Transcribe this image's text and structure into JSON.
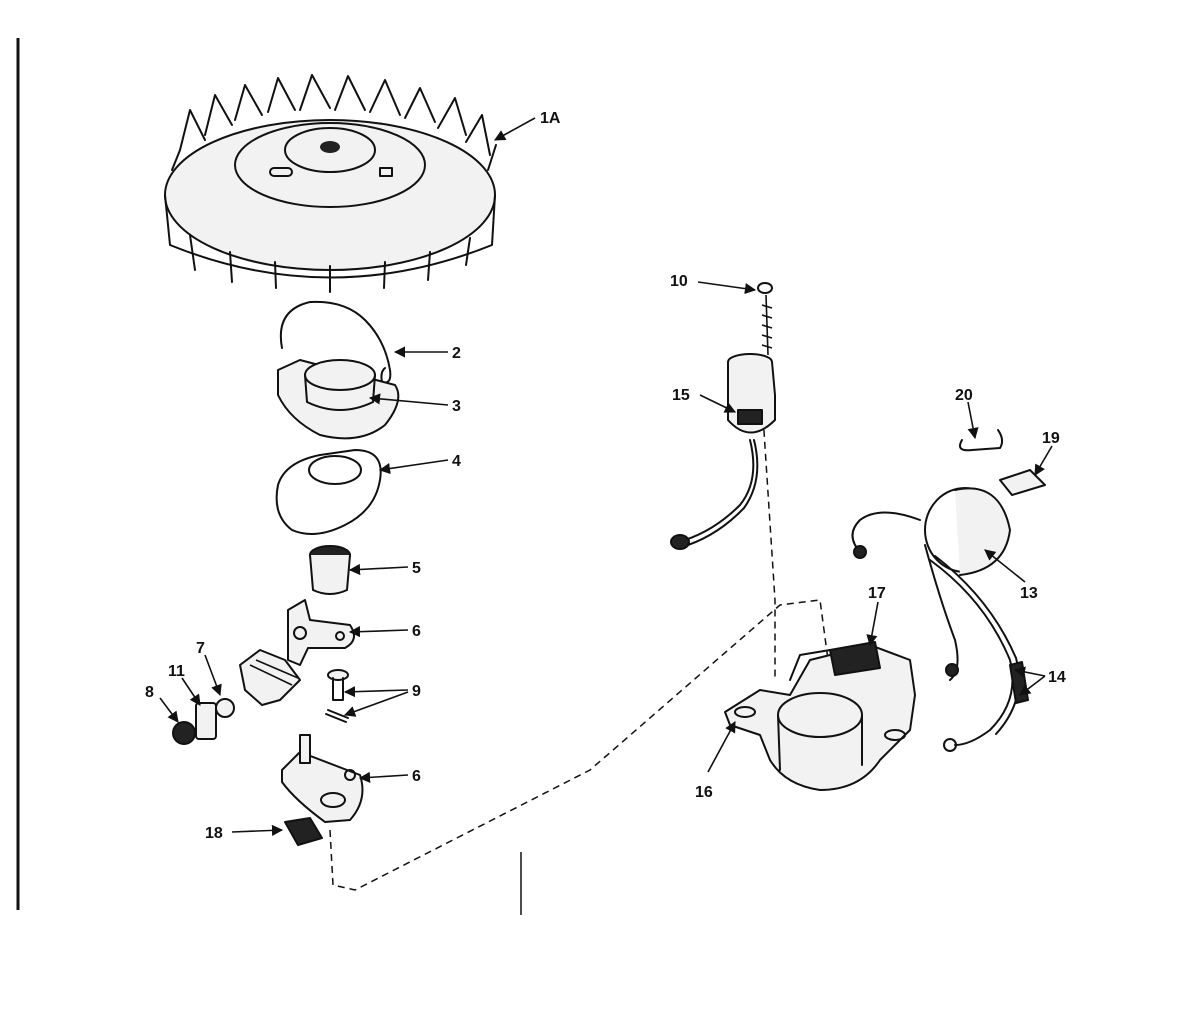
{
  "labels": {
    "p1a": "1A",
    "p2": "2",
    "p3": "3",
    "p4": "4",
    "p5": "5",
    "p6a": "6",
    "p6b": "6",
    "p7": "7",
    "p8": "8",
    "p9": "9",
    "p10": "10",
    "p11": "11",
    "p13": "13",
    "p14": "14",
    "p15": "15",
    "p16": "16",
    "p17": "17",
    "p18": "18",
    "p19": "19",
    "p20": "20"
  },
  "colors": {
    "ink": "#111111",
    "paper": "#ffffff"
  }
}
